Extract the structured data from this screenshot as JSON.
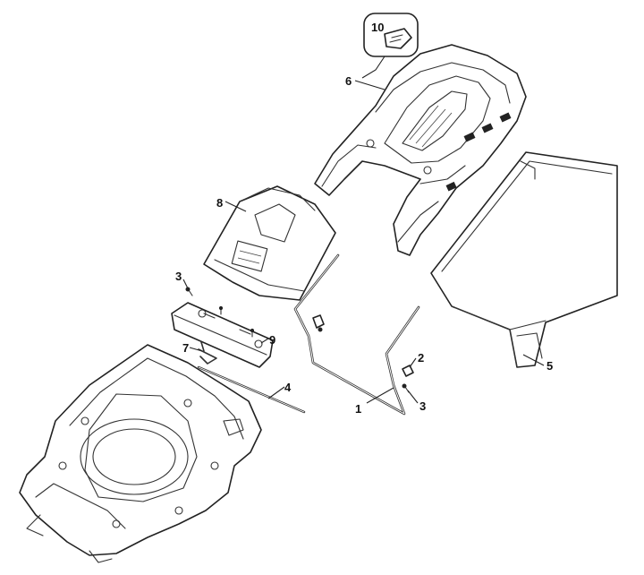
{
  "callouts": {
    "c1": "1",
    "c2": "2",
    "c3a": "3",
    "c3b": "3",
    "c4": "4",
    "c5": "5",
    "c6": "6",
    "c7": "7",
    "c8": "8",
    "c9": "9",
    "c10": "10"
  },
  "colors": {
    "line": "#222222",
    "background": "#ffffff"
  }
}
